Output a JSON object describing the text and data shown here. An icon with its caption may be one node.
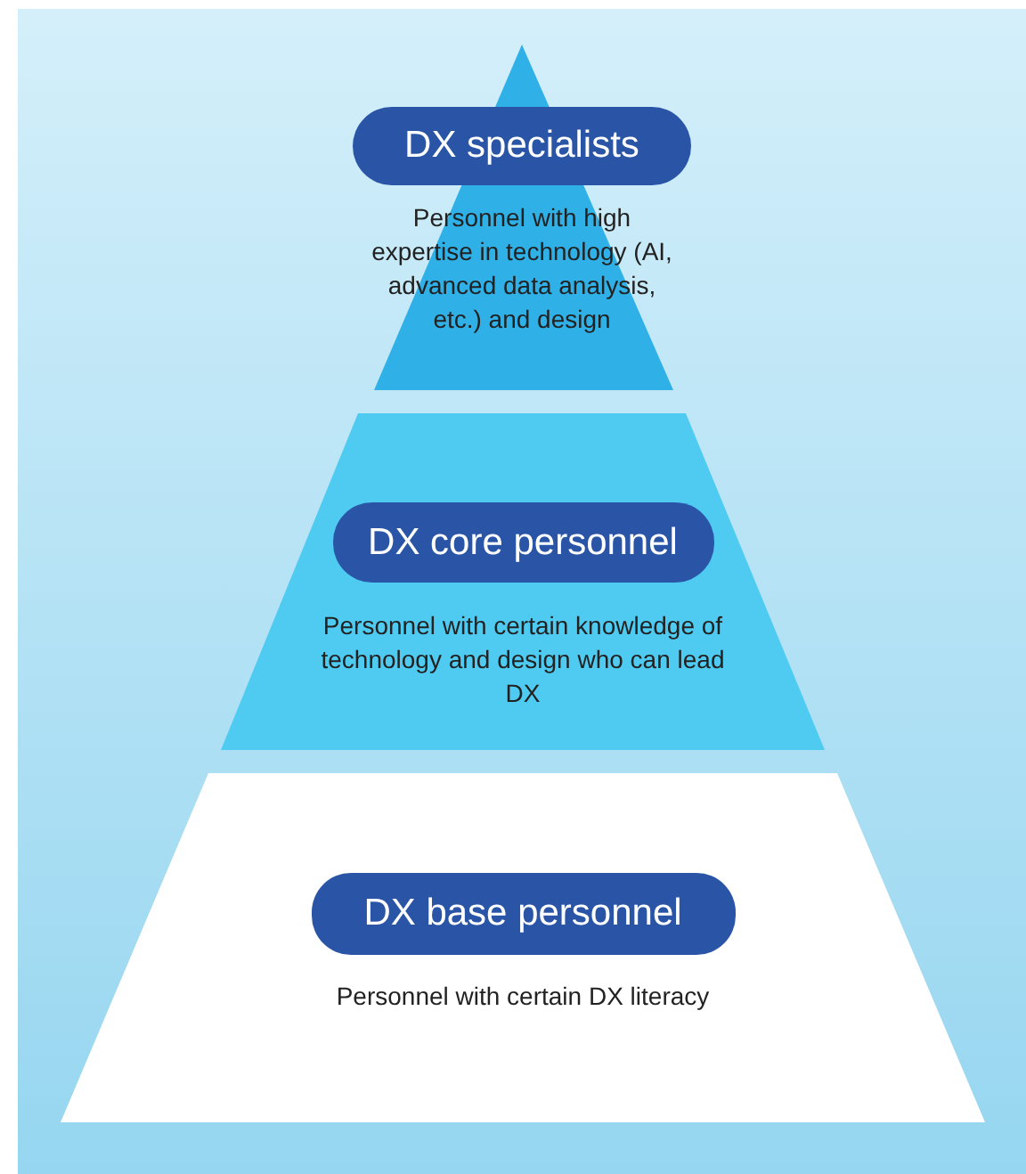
{
  "diagram": {
    "nodes": [
      {
        "text": [
          "DX specialists",
          "Personnel with high expertise in technology (AI, advanced data analysis, etc.) and design"
        ]
      },
      {
        "text": [
          "DX core personnel",
          "Personnel with certain knowledge of technology and design who can lead DX"
        ]
      },
      {
        "text": [
          "DX base personnel",
          "Personnel with certain DX literacy"
        ]
      }
    ]
  }
}
